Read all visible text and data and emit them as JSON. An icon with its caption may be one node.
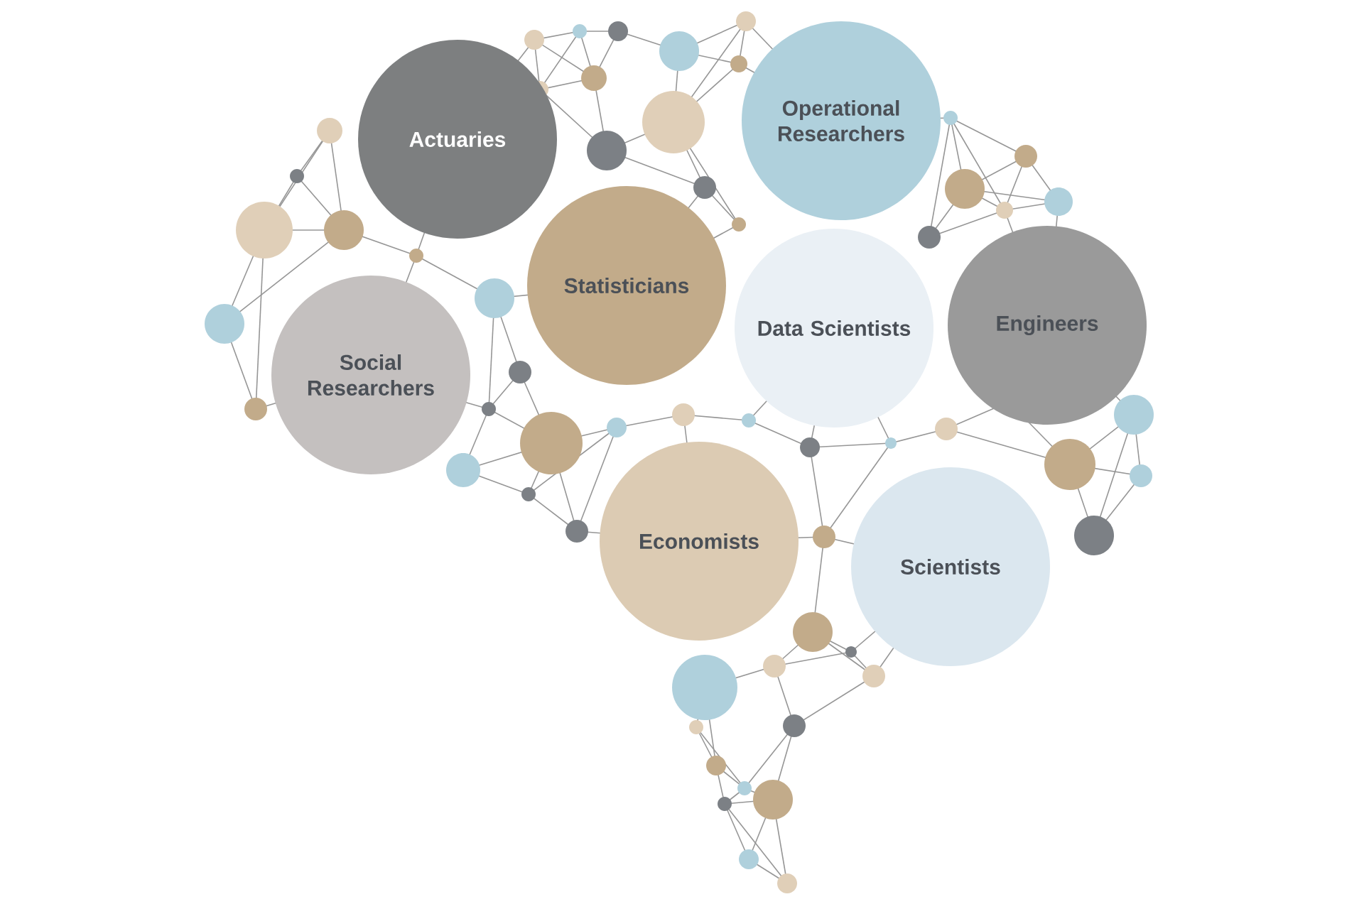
{
  "diagram": {
    "nodes": [
      {
        "text": [
          "Actuaries"
        ]
      },
      {
        "text": [
          "Operational Researchers"
        ]
      },
      {
        "text": [
          "Statisticians"
        ]
      },
      {
        "text": [
          "Social Researchers"
        ]
      },
      {
        "text": [
          "Data Scientists"
        ]
      },
      {
        "text": [
          "Engineers"
        ]
      },
      {
        "text": [
          "Economists"
        ]
      },
      {
        "text": [
          "Scientists"
        ]
      }
    ]
  }
}
